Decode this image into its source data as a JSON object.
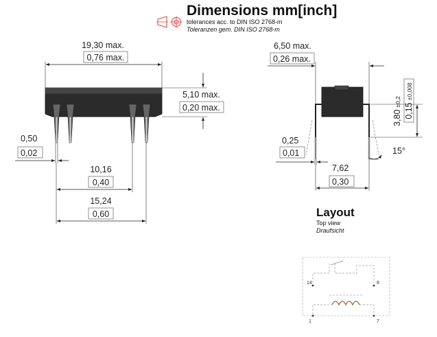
{
  "header": {
    "title": "Dimensions mm[inch]",
    "tolerance_en": "tolerances acc. to DIN ISO 2768-m",
    "tolerance_de": "Toleranzen gem. DIN ISO 2768-m"
  },
  "side_view": {
    "length_mm": "19,30 max.",
    "length_in": "0,76 max.",
    "height_mm": "5,10 max.",
    "height_in": "0,20 max.",
    "pin_mm": "0,50",
    "pin_in": "0,02",
    "pitch1_mm": "10,16",
    "pitch1_in": "0,40",
    "pitch2_mm": "15,24",
    "pitch2_in": "0,60"
  },
  "end_view": {
    "width_mm": "6,50 max.",
    "width_in": "0,26 max.",
    "lead_height_mm": "3,80",
    "lead_height_mm_tol": "±0,2",
    "lead_height_in": "0,15",
    "lead_height_in_tol": "±0,008",
    "pin_mm": "0,25",
    "pin_in": "0,01",
    "pitch_mm": "7,62",
    "pitch_in": "0,30",
    "angle": "15°"
  },
  "layout": {
    "title": "Layout",
    "subtitle_en": "Top view",
    "subtitle_de": "Draufsicht",
    "pins": {
      "p14": "14",
      "p8": "8",
      "p1": "1",
      "p7": "7"
    }
  }
}
